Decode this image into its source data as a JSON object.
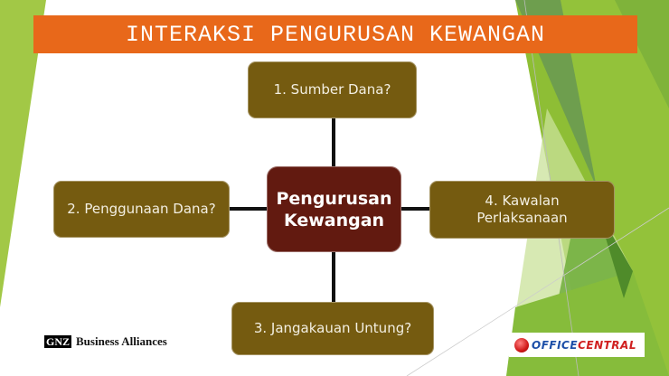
{
  "slide": {
    "title": "INTERAKSI PENGURUSAN KEWANGAN",
    "colors": {
      "title_bar": "#E8681A",
      "node": "#755B10",
      "center_node": "#621A10",
      "accent_green": "#9BC83F",
      "dark_green": "#5E9A3E"
    }
  },
  "diagram": {
    "center": {
      "line1": "Pengurusan",
      "line2": "Kewangan"
    },
    "nodes": [
      {
        "id": "1",
        "line1": "1. Sumber Dana?",
        "line2": ""
      },
      {
        "id": "2",
        "line1": "2. Penggunaan Dana?",
        "line2": ""
      },
      {
        "id": "3",
        "line1": "3. Jangakauan Untung?",
        "line2": ""
      },
      {
        "id": "4",
        "line1": "4. Kawalan",
        "line2": "Perlaksanaan"
      }
    ]
  },
  "footer": {
    "left_logo": {
      "mark": "GNZ",
      "text": "Business Alliances"
    },
    "right_logo": {
      "part1": "OFFICE",
      "part2": "CENTRAL"
    }
  }
}
